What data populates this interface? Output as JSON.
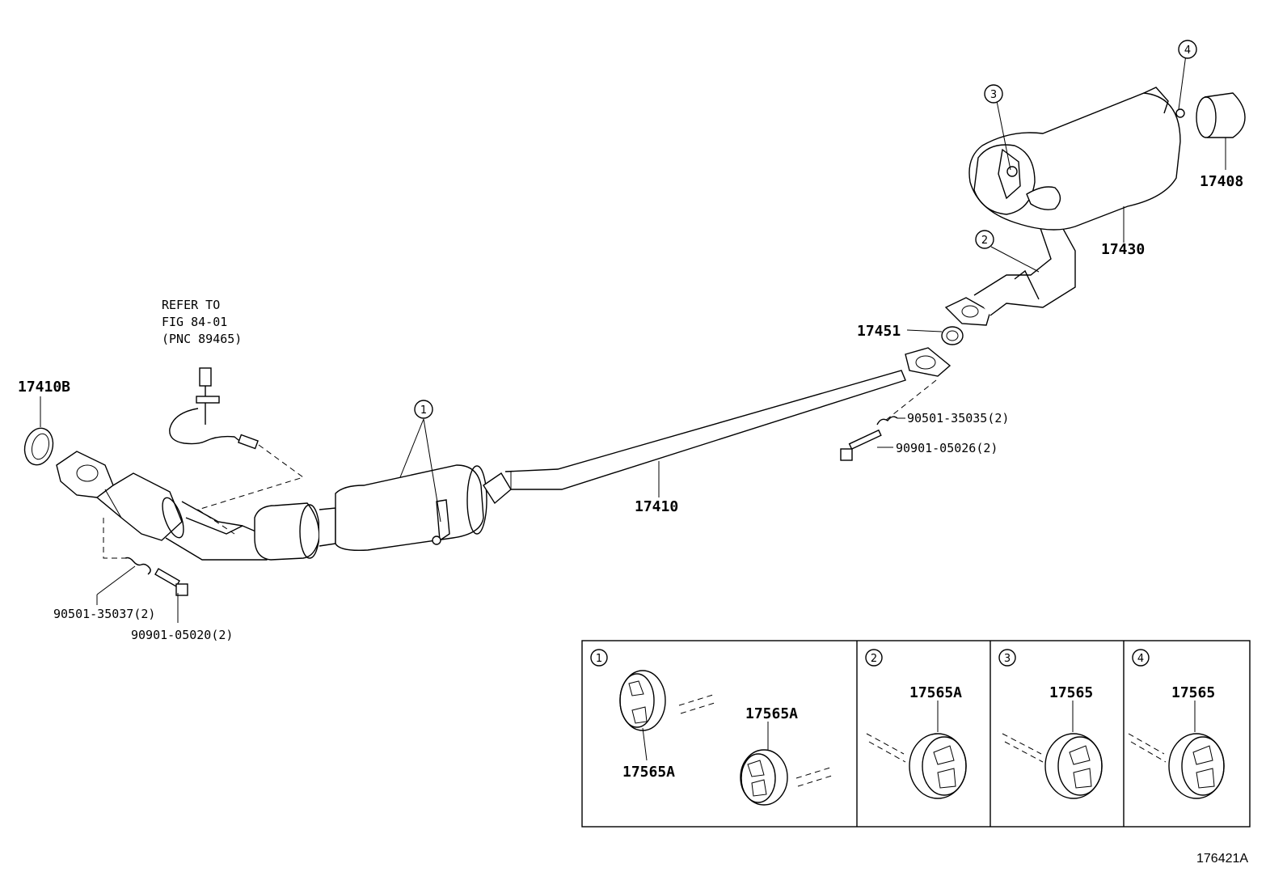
{
  "diagram": {
    "figure_id": "176421A",
    "refer_note": [
      "REFER TO",
      "FIG 84-01",
      "(PNC 89465)"
    ],
    "parts": {
      "p17410B": "17410B",
      "p17410": "17410",
      "p17451": "17451",
      "p17430": "17430",
      "p17408": "17408",
      "p90501_35037": "90501-35037(2)",
      "p90901_05020": "90901-05020(2)",
      "p90501_35035": "90501-35035(2)",
      "p90901_05026": "90901-05026(2)"
    },
    "callouts": [
      "1",
      "2",
      "3",
      "4"
    ],
    "detail_box": {
      "panel1": {
        "num": "1",
        "labels": [
          "17565A",
          "17565A"
        ]
      },
      "panel2": {
        "num": "2",
        "label": "17565A"
      },
      "panel3": {
        "num": "3",
        "label": "17565"
      },
      "panel4": {
        "num": "4",
        "label": "17565"
      }
    }
  }
}
